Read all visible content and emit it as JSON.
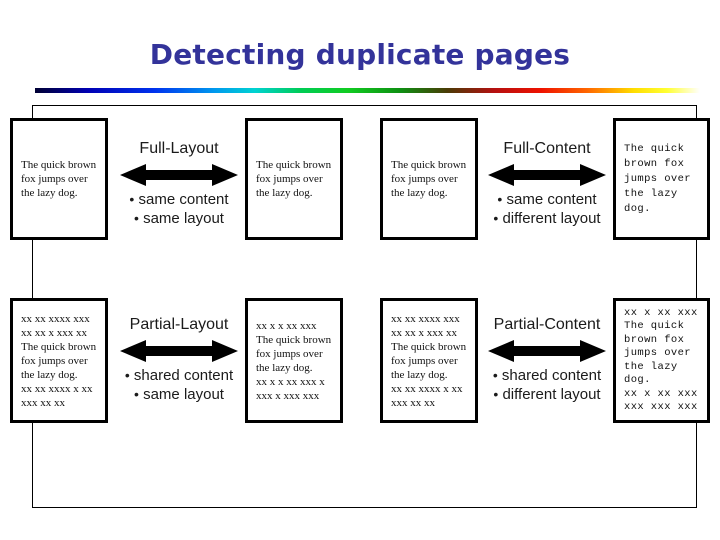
{
  "slide": {
    "title": "Detecting duplicate pages",
    "title_color": "#33339a",
    "rule": "rainbow-gradient-rule"
  },
  "rows": [
    {
      "id": "full",
      "left_doc": {
        "font": "serif",
        "lines": [
          "The quick brown",
          "fox jumps over",
          "the lazy dog."
        ]
      },
      "relation_left": {
        "title": "Full-Layout",
        "arrow": "double-headed-arrow",
        "bullets": [
          "same content",
          "same layout"
        ]
      },
      "mid_doc_a": {
        "font": "serif",
        "lines": [
          "The quick brown",
          "fox jumps over",
          "the lazy dog."
        ]
      },
      "mid_doc_b": {
        "font": "serif",
        "lines": [
          "The quick brown",
          "fox jumps over",
          "the lazy dog."
        ]
      },
      "relation_right": {
        "title": "Full-Content",
        "arrow": "double-headed-arrow",
        "bullets": [
          "same content",
          "different layout"
        ]
      },
      "right_doc": {
        "font": "mono",
        "lines": [
          "The quick",
          "brown fox",
          "jumps over",
          "the lazy",
          "dog."
        ]
      }
    },
    {
      "id": "partial",
      "left_doc": {
        "font": "serif",
        "lines": [
          "xx xx xxxx xxx",
          "xx xx x xxx xx",
          "The quick brown",
          "fox jumps over",
          "the lazy dog.",
          "xx xx xxxx x xx",
          "xxx xx xx"
        ]
      },
      "relation_left": {
        "title": "Partial-Layout",
        "arrow": "double-headed-arrow",
        "bullets": [
          "shared content",
          "same layout"
        ]
      },
      "mid_doc_a": {
        "font": "serif",
        "lines": [
          "xx x x xx xxx",
          "The quick brown",
          "fox jumps over",
          "the lazy dog.",
          "xx x x xx xxx x",
          "xxx x xxx xxx"
        ]
      },
      "mid_doc_b": {
        "font": "serif",
        "lines": [
          "xx xx xxxx xxx",
          "xx xx x xxx xx",
          "The quick brown",
          "fox jumps over",
          "the lazy dog.",
          "xx xx xxxx x xx",
          "xxx xx xx"
        ]
      },
      "relation_right": {
        "title": "Partial-Content",
        "arrow": "double-headed-arrow",
        "bullets": [
          "shared content",
          "different layout"
        ]
      },
      "right_doc": {
        "font": "mono",
        "lines": [
          "xx x xx xxx",
          "The quick",
          "brown fox",
          "jumps over",
          "the lazy",
          "dog.",
          "xx x xx xxx",
          "xxx xxx xxx"
        ]
      }
    }
  ]
}
